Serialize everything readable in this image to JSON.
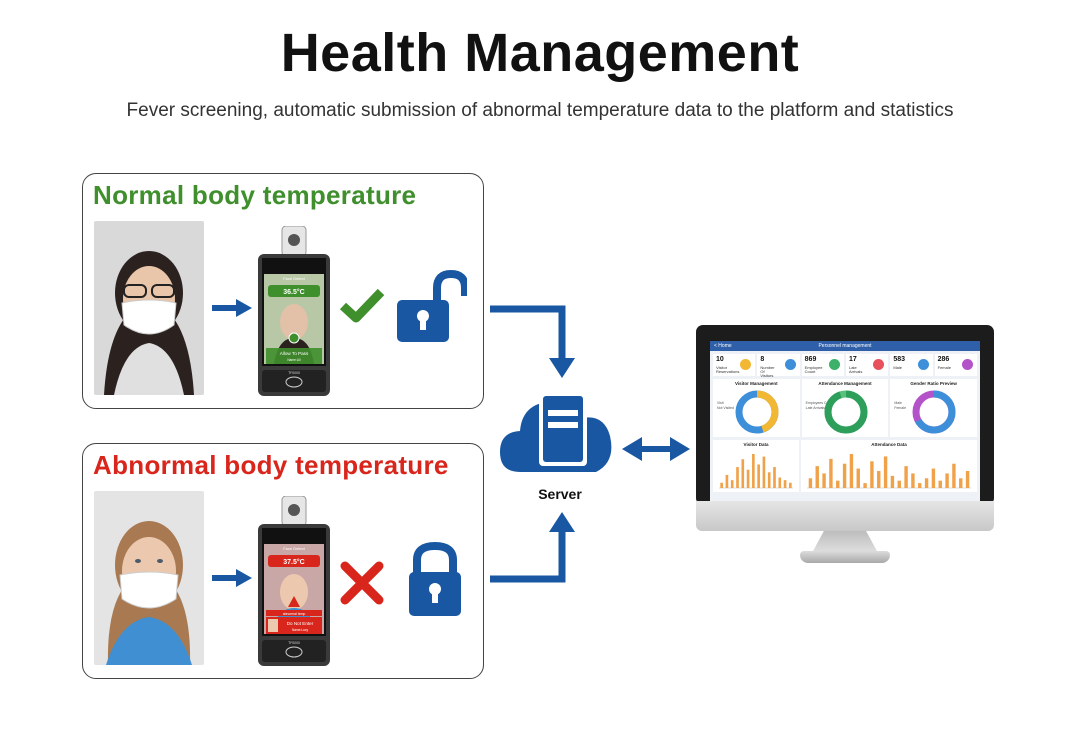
{
  "title": "Health Management",
  "subtitle": "Fever screening, automatic submission of abnormal temperature data to the platform and statistics",
  "colors": {
    "brand_blue": "#1957a3",
    "normal_green": "#3f8f2c",
    "abnormal_red": "#d9261c"
  },
  "normal": {
    "title": "Normal body temperature",
    "device_header": "Face Detect",
    "temperature": "36.5°C",
    "status": "Allow To Pass",
    "name": "Name:Lili",
    "model": "TF0000",
    "result_icon": "check-icon",
    "lock_icon": "unlocked-icon"
  },
  "abnormal": {
    "title": "Abnormal body temperature",
    "device_header": "Face Detect",
    "temperature": "37.5°C",
    "warning": "abnormal temp",
    "status": "Do Not Enter",
    "name": "Name:Lucy",
    "model": "TF0000",
    "result_icon": "cross-icon",
    "lock_icon": "locked-icon"
  },
  "server": {
    "label": "Server",
    "icon": "server-cloud-icon"
  },
  "dashboard": {
    "back": "< Home",
    "title": "Personnel management",
    "stats": [
      {
        "num": "10",
        "label": "Visitor Reservations",
        "color": "#f2b733"
      },
      {
        "num": "8",
        "label": "Number Of Visitors",
        "color": "#3c8fd8"
      },
      {
        "num": "869",
        "label": "Employee Count",
        "color": "#3bb16a"
      },
      {
        "num": "17",
        "label": "Late Arrivals",
        "color": "#e8505b"
      },
      {
        "num": "583",
        "label": "Male",
        "color": "#3c8fd8"
      },
      {
        "num": "286",
        "label": "Female",
        "color": "#b453c9"
      }
    ],
    "cards": [
      {
        "title": "Visitor Management",
        "legend": [
          "Visit",
          "Not Visited"
        ],
        "c1": "#f2b733",
        "c2": "#3c8fd8",
        "share": 0.45
      },
      {
        "title": "Attendance Management",
        "legend": [
          "Employees Count",
          "Late Arrivals"
        ],
        "c1": "#2e9e5b",
        "c2": "#58c27d",
        "share": 0.95
      },
      {
        "title": "Gender Ratio Preview",
        "legend": [
          "Male",
          "Female"
        ],
        "c1": "#3c8fd8",
        "c2": "#b453c9",
        "share": 0.67
      }
    ],
    "visitor_data": {
      "title": "Visitor Data",
      "values": [
        2,
        5,
        3,
        8,
        11,
        7,
        13,
        9,
        12,
        6,
        8,
        4,
        3,
        2
      ]
    },
    "attendance_data": {
      "title": "Attendance Data",
      "values": [
        4,
        9,
        6,
        12,
        3,
        10,
        14,
        8,
        2,
        11,
        7,
        13,
        5,
        3,
        9,
        6,
        2,
        4,
        8,
        3,
        6,
        10,
        4,
        7
      ]
    }
  }
}
